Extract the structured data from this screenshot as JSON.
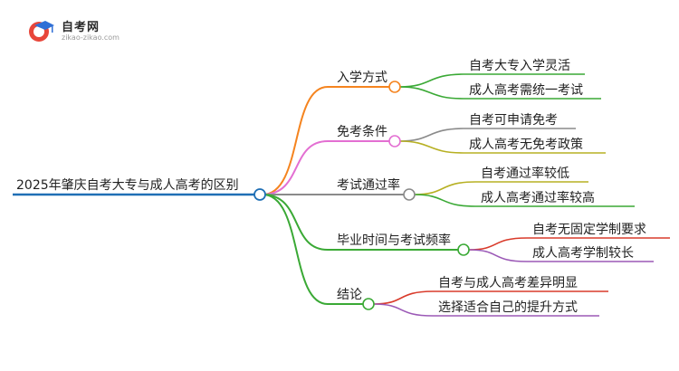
{
  "logo": {
    "title": "自考网",
    "url": "zikao-zikao.com"
  },
  "mindmap": {
    "root": "2025年肇庆自考大专与成人高考的区别",
    "branches": [
      {
        "label": "入学方式",
        "color": "#f5841f",
        "children": [
          {
            "label": "自考大专入学灵活",
            "color": "#3aa935"
          },
          {
            "label": "成人高考需统一考试",
            "color": "#3aa935"
          }
        ]
      },
      {
        "label": "免考条件",
        "color": "#e36fd2",
        "children": [
          {
            "label": "自考可申请免考",
            "color": "#8a8a8a"
          },
          {
            "label": "成人高考无免考政策",
            "color": "#b7b023"
          }
        ]
      },
      {
        "label": "考试通过率",
        "color": "#8a8a8a",
        "children": [
          {
            "label": "自考通过率较低",
            "color": "#b7b023"
          },
          {
            "label": "成人高考通过率较高",
            "color": "#3aa935"
          }
        ]
      },
      {
        "label": "毕业时间与考试频率",
        "color": "#3aa935",
        "children": [
          {
            "label": "自考无固定学制要求",
            "color": "#d93b2b"
          },
          {
            "label": "成人高考学制较长",
            "color": "#9b59b6"
          }
        ]
      },
      {
        "label": "结论",
        "color": "#3aa935",
        "children": [
          {
            "label": "自考与成人高考差异明显",
            "color": "#d93b2b"
          },
          {
            "label": "选择适合自己的提升方式",
            "color": "#9b59b6"
          }
        ]
      }
    ]
  }
}
